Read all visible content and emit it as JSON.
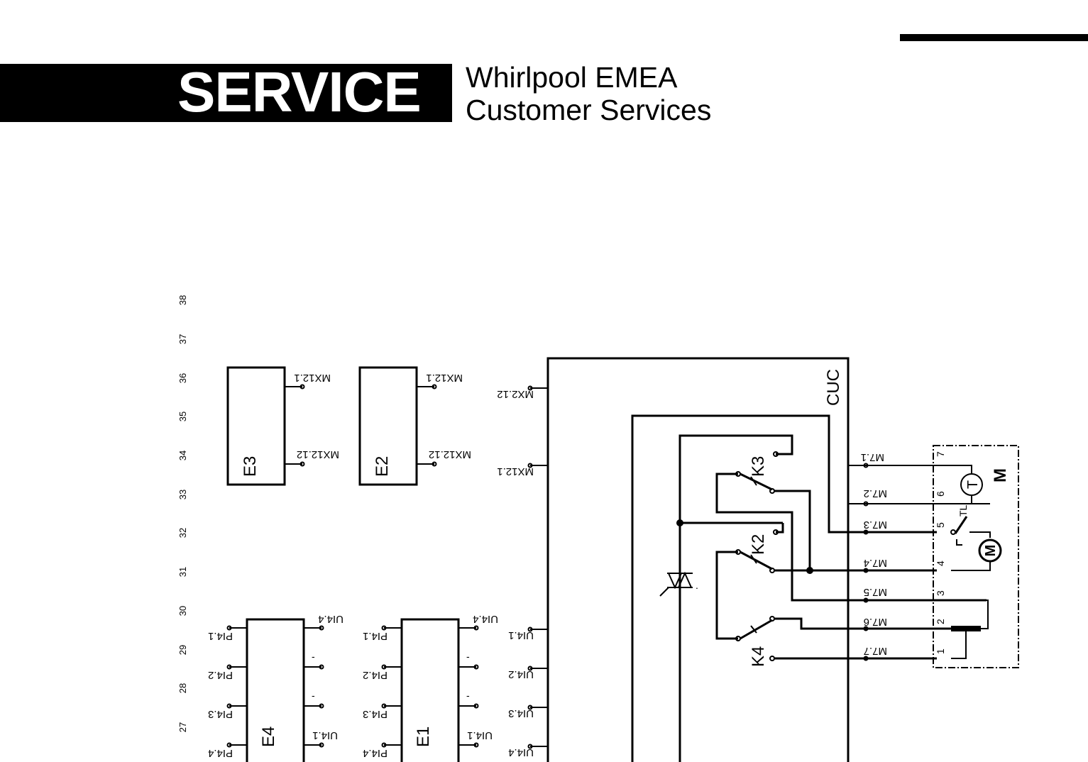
{
  "header": {
    "service_label": "SERVICE",
    "company_line1": "Whirlpool EMEA",
    "company_line2": "Customer Services"
  },
  "ruler": [
    "38",
    "37",
    "36",
    "35",
    "34",
    "33",
    "32",
    "31",
    "30",
    "29",
    "28",
    "27"
  ],
  "components": {
    "E3": {
      "label": "E3",
      "pin_top": "MX12.1",
      "pin_bottom": "MX12.12"
    },
    "E2": {
      "label": "E2",
      "pin_top": "MX12.1",
      "pin_bottom": "MX12.12"
    },
    "E4": {
      "label": "E4",
      "pins_left": [
        "PI4.1",
        "PI4.2",
        "PI4.3",
        "PI4.4"
      ],
      "pin_top_right": "UI4.4",
      "pin_bottom_right": "UI4.1",
      "dashes": [
        "-",
        "-"
      ]
    },
    "E1": {
      "label": "E1",
      "pins_left": [
        "PI4.1",
        "PI4.2",
        "PI4.3",
        "PI4.4"
      ],
      "pin_top_right": "UI4.4",
      "pin_bottom_right": "UI4.1",
      "dashes": [
        "-",
        "-"
      ]
    },
    "CUC": {
      "label": "CUC",
      "pins_left_top": [
        "MX2.12",
        "MX12.1"
      ],
      "pins_left_bottom": [
        "UI4.1",
        "UI4.2",
        "UI4.3",
        "UI4.4"
      ],
      "pins_right": [
        "M7.1",
        "M7.2",
        "M7.3",
        "M7.4",
        "M7.5",
        "M7.6",
        "M7.7"
      ]
    },
    "relays": [
      "K3",
      "K2",
      "K4"
    ],
    "motor": {
      "label": "M",
      "terminals": [
        "7",
        "6",
        "5",
        "4",
        "3",
        "2",
        "1"
      ],
      "thermistor": "T",
      "motor_symbol": "M",
      "thermal_limiter": "TL"
    }
  }
}
